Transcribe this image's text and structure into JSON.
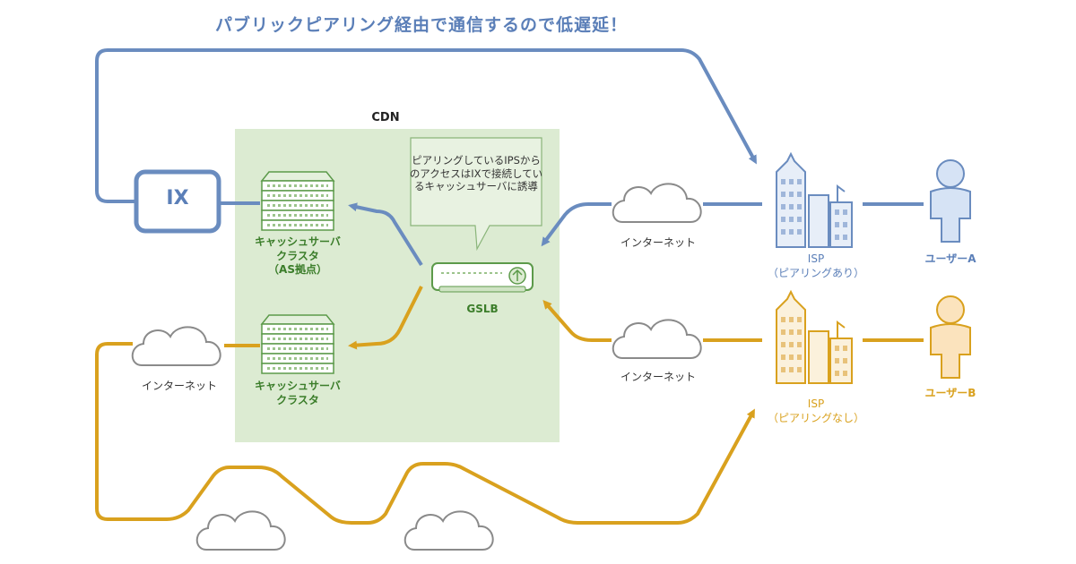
{
  "headline": {
    "text": "パブリックピアリング経由で通信するので低遅延！"
  },
  "cdn": {
    "title": "CDN"
  },
  "ix": {
    "label": "IX"
  },
  "cache_cluster_as": {
    "line1": "キャッシュサーバ",
    "line2": "クラスタ",
    "line3": "（AS拠点）"
  },
  "cache_cluster": {
    "line1": "キャッシュサーバ",
    "line2": "クラスタ"
  },
  "gslb": {
    "label": "GSLB"
  },
  "note": {
    "text": "ピアリングしているIPSからのアクセスはIXで接続しているキャッシュサーバに誘導"
  },
  "internet": {
    "label": "インターネット"
  },
  "isp_peered": {
    "line1": "ISP",
    "line2": "（ピアリングあり）"
  },
  "isp_unpeered": {
    "line1": "ISP",
    "line2": "（ピアリングなし）"
  },
  "user_a": {
    "label": "ユーザーA"
  },
  "user_b": {
    "label": "ユーザーB"
  },
  "colors": {
    "blue": "#6a8cbf",
    "blue_text": "#5b7fb8",
    "gold": "#d9a11e",
    "green_bg": "#dcebd2",
    "green": "#5c9a4a",
    "green_text": "#3b7d2a"
  }
}
